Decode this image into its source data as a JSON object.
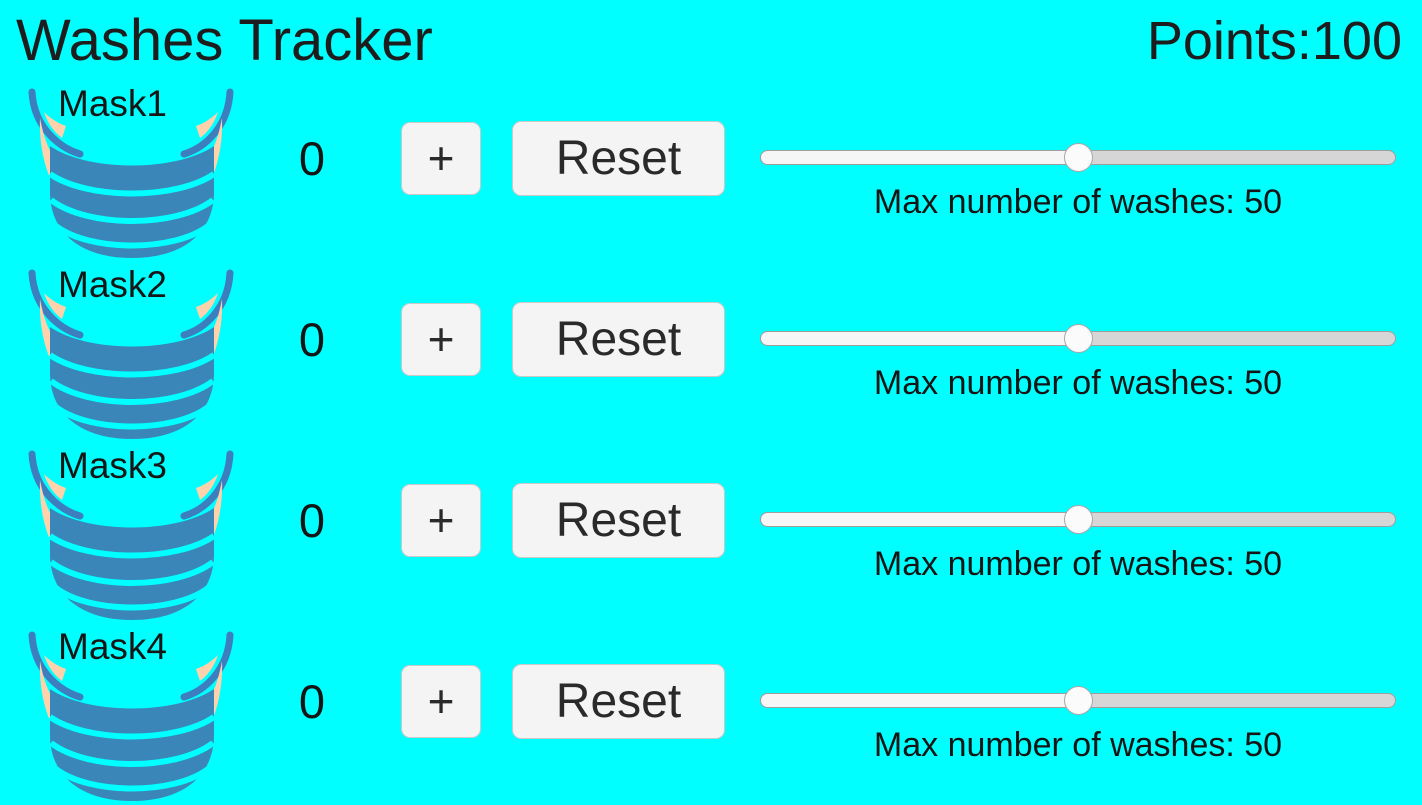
{
  "header": {
    "title": "Washes Tracker",
    "points_label": "Points:100"
  },
  "slider_caption_prefix": "Max number of washes: ",
  "rows": [
    {
      "name": "Mask1",
      "count": "0",
      "plus_label": "+",
      "reset_label": "Reset",
      "max_washes": "50",
      "slider_caption": "Max number of washes: 50",
      "slider_percent": 50,
      "mask_icon": "face-mask-icon"
    },
    {
      "name": "Mask2",
      "count": "0",
      "plus_label": "+",
      "reset_label": "Reset",
      "max_washes": "50",
      "slider_caption": "Max number of washes: 50",
      "slider_percent": 50,
      "mask_icon": "face-mask-icon"
    },
    {
      "name": "Mask3",
      "count": "0",
      "plus_label": "+",
      "reset_label": "Reset",
      "max_washes": "50",
      "slider_caption": "Max number of washes: 50",
      "slider_percent": 50,
      "mask_icon": "face-mask-icon"
    },
    {
      "name": "Mask4",
      "count": "0",
      "plus_label": "+",
      "reset_label": "Reset",
      "max_washes": "50",
      "slider_caption": "Max number of washes: 50",
      "slider_percent": 50,
      "mask_icon": "face-mask-icon"
    }
  ],
  "colors": {
    "background": "#00ffff",
    "mask_body": "#3a86b8",
    "mask_strap": "#3d7ebe",
    "mask_ear": "#ffd2ab",
    "button_face": "#f4f4f4",
    "button_border": "#c9c9c9",
    "slider_fill": "#f6f6f6",
    "slider_track": "#d6d6d6",
    "text": "#1d1d1d"
  }
}
